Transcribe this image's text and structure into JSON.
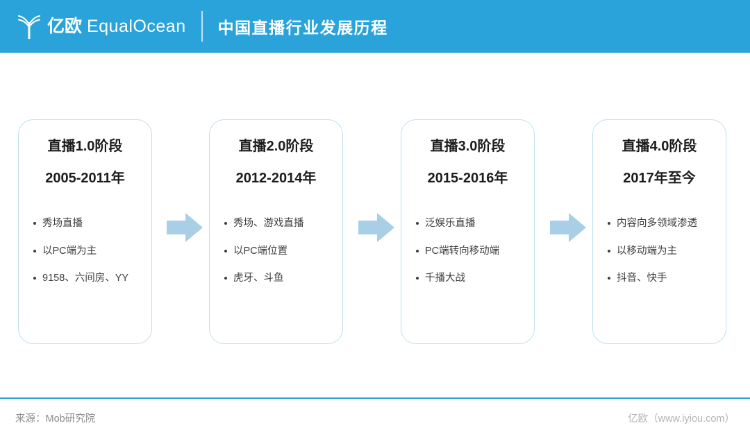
{
  "header": {
    "brand_cn": "亿欧",
    "brand_en": "EqualOcean",
    "title": "中国直播行业发展历程",
    "bg_color": "#29A3D9",
    "logo_icon": "equalocean-tree-logo-icon"
  },
  "timeline": {
    "cards": [
      {
        "title": "直播1.0阶段",
        "years": "2005-2011年",
        "bullets": [
          "秀场直播",
          "以PC端为主",
          "9158、六间房、YY"
        ]
      },
      {
        "title": "直播2.0阶段",
        "years": "2012-2014年",
        "bullets": [
          "秀场、游戏直播",
          "以PC端位置",
          "虎牙、斗鱼"
        ]
      },
      {
        "title": "直播3.0阶段",
        "years": "2015-2016年",
        "bullets": [
          "泛娱乐直播",
          "PC端转向移动端",
          "千播大战"
        ]
      },
      {
        "title": "直播4.0阶段",
        "years": "2017年至今",
        "bullets": [
          "内容向多领域渗透",
          "以移动端为主",
          "抖音、快手"
        ]
      }
    ],
    "arrow_icon": "arrow-right-icon",
    "arrow_color": "#A8CFE6",
    "card_border_color": "#bfe0ef"
  },
  "footer": {
    "source": "来源：Mob研究院",
    "site": "亿欧（www.iyiou.com）",
    "rule_color": "#2aa4da"
  }
}
